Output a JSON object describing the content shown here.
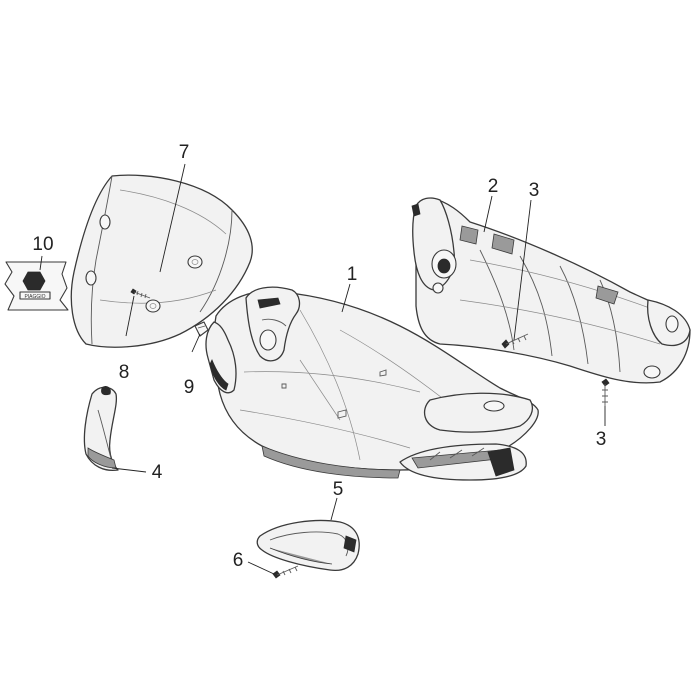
{
  "callouts": [
    {
      "id": "1",
      "label": "1"
    },
    {
      "id": "2",
      "label": "2"
    },
    {
      "id": "3a",
      "label": "3"
    },
    {
      "id": "3b",
      "label": "3"
    },
    {
      "id": "4",
      "label": "4"
    },
    {
      "id": "5",
      "label": "5"
    },
    {
      "id": "6",
      "label": "6"
    },
    {
      "id": "7",
      "label": "7"
    },
    {
      "id": "8",
      "label": "8"
    },
    {
      "id": "9",
      "label": "9"
    },
    {
      "id": "10",
      "label": "10"
    }
  ],
  "decal": {
    "text": "PIAGGIO"
  }
}
